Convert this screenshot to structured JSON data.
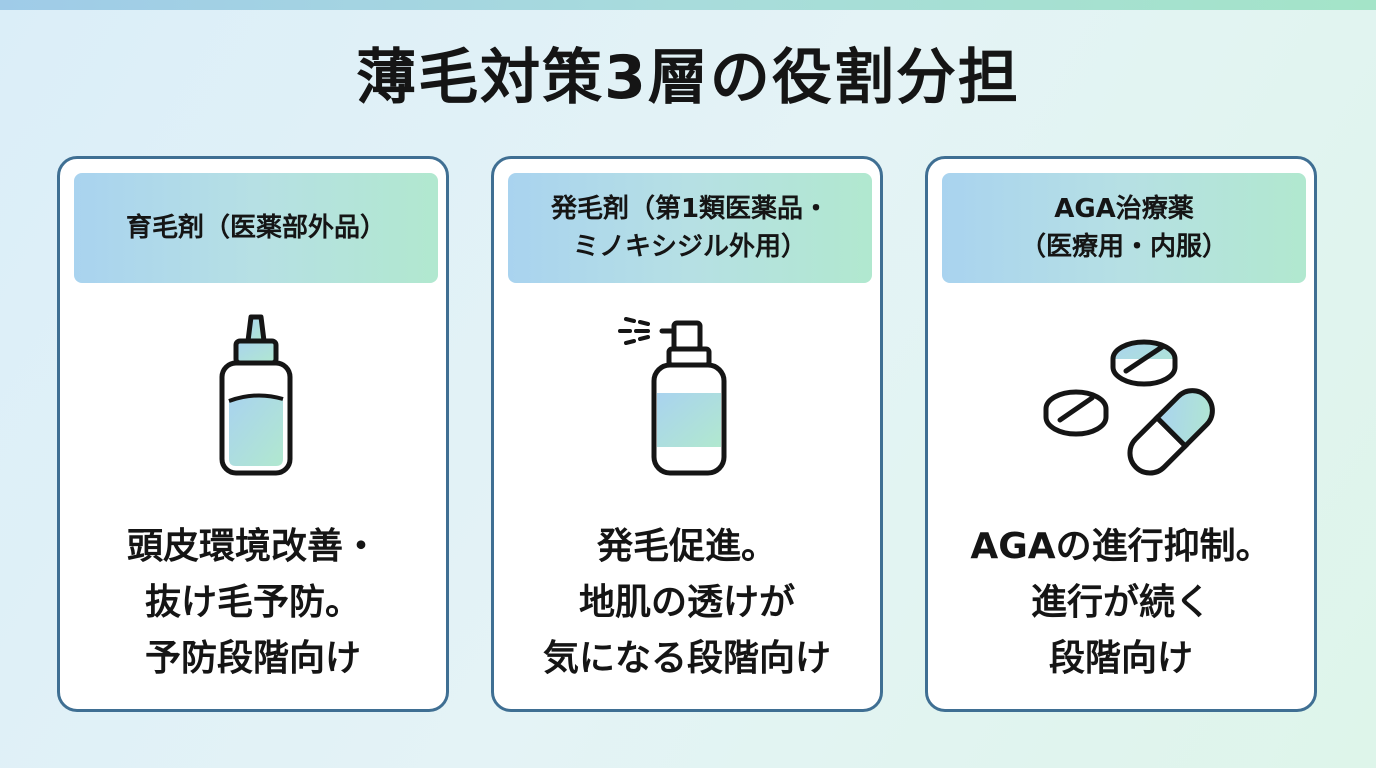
{
  "title": "薄毛対策3層の役割分担",
  "cards": [
    {
      "header_lines": [
        "育毛剤（医薬部外品）"
      ],
      "icon": "dropper-bottle-icon",
      "description_lines": [
        "頭皮環境改善・",
        "抜け毛予防。",
        "予防段階向け"
      ]
    },
    {
      "header_lines": [
        "発毛剤（第1類医薬品・",
        "ミノキシジル外用）"
      ],
      "icon": "spray-bottle-icon",
      "description_lines": [
        "発毛促進。",
        "地肌の透けが",
        "気になる段階向け"
      ]
    },
    {
      "header_lines": [
        "AGA治療薬",
        "（医療用・内服）"
      ],
      "icon": "pills-capsule-icon",
      "description_lines": [
        "AGAの進行抑制。",
        "進行が続く",
        "段階向け"
      ]
    }
  ],
  "colors": {
    "card_border": "#3f6f93",
    "header_gradient_start": "#a9d3ef",
    "header_gradient_end": "#b1e8cf",
    "icon_stroke": "#151515",
    "icon_fill": "#b4dde6"
  }
}
